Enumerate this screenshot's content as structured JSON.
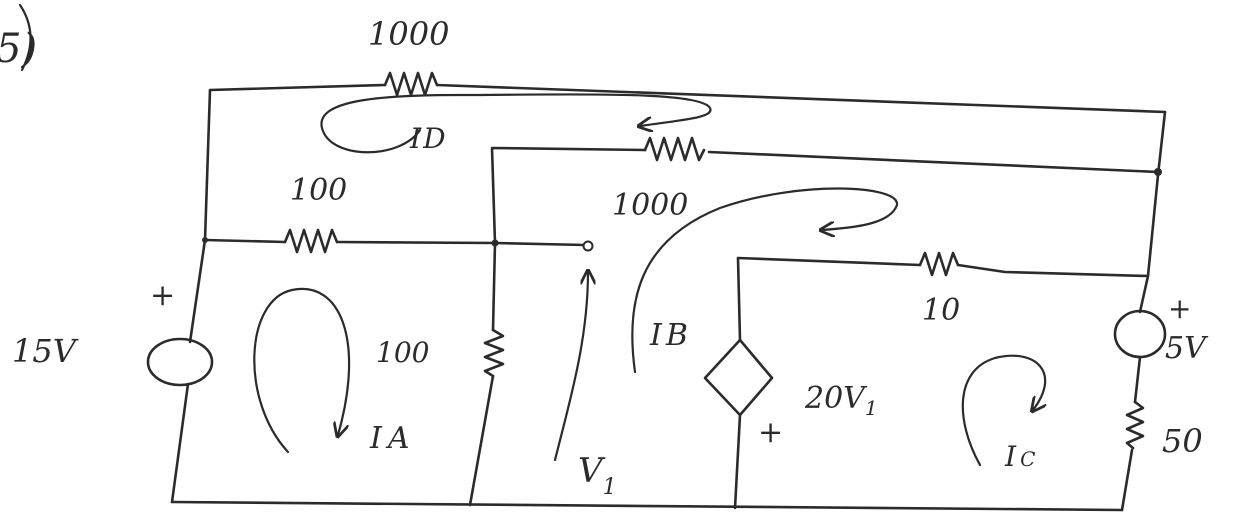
{
  "problem": {
    "number_fragment": "5)"
  },
  "resistors": {
    "top": "1000",
    "upper_middle": "1000",
    "left_horizontal": "100",
    "left_vertical": "100",
    "right_horizontal": "10",
    "right_vertical": "50"
  },
  "sources": {
    "left_voltage_value": "15V",
    "left_plus": "+",
    "right_voltage_value": "5V",
    "right_plus": "+",
    "dependent_value": "20V",
    "dependent_sub": "1",
    "dependent_plus": "+"
  },
  "currents": {
    "a_main": "I",
    "a_sub": "A",
    "b_main": "I",
    "b_sub": "B",
    "c_main": "I",
    "c_sub": "C",
    "d_main": "I",
    "d_sub": "D"
  },
  "voltage": {
    "main": "V",
    "sub": "1"
  }
}
